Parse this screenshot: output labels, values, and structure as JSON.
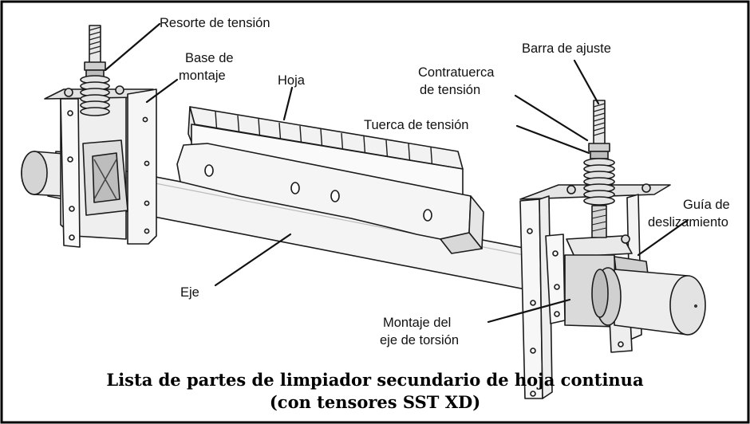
{
  "labels": {
    "spring": "Resorte de tensión",
    "mount_base_l1": "Base de",
    "mount_base_l2": "montaje",
    "blade": "Hoja",
    "lock_nut_l1": "Contratuerca",
    "lock_nut_l2": "de tensión",
    "adjust_rod": "Barra de ajuste",
    "tension_nut": "Tuerca de tensión",
    "slide_guide_l1": "Guía de",
    "slide_guide_l2": "deslizamiento",
    "shaft": "Eje",
    "torsion_mount_l1": "Montaje del",
    "torsion_mount_l2": "eje de torsión"
  },
  "caption": {
    "line1": "Lista de partes de limpiador secundario de hoja continua",
    "line2": "(con tensores SST XD)"
  },
  "colors": {
    "border": "#000000",
    "metal_light": "#f2f2f2",
    "metal_mid": "#d9d9d9",
    "metal_dark": "#8c8c8c"
  }
}
